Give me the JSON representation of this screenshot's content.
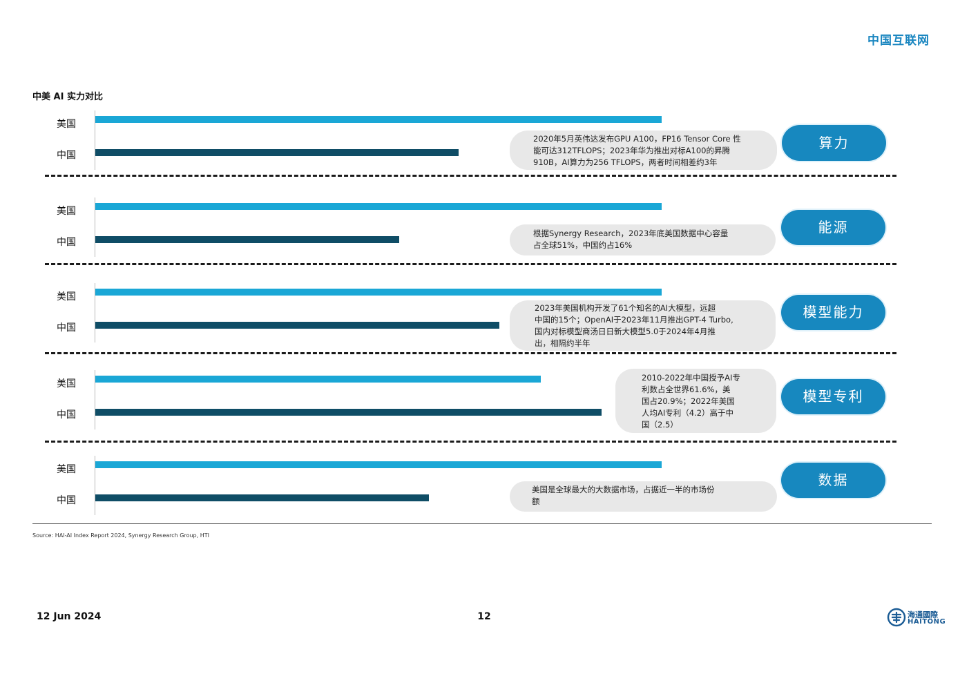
{
  "header": {
    "title": "中国互联网"
  },
  "chart_data": {
    "type": "bar",
    "orientation": "horizontal",
    "title": "中美 AI 实力对比",
    "categories": [
      "美国",
      "中国"
    ],
    "note": "Relative lengths estimated visually; US bar = 1.0 in most panels (no axis or values printed)",
    "panels": [
      {
        "tag": "算力",
        "values": [
          1.0,
          0.642
        ],
        "annotation": [
          "2020年5月英伟达发布GPU A100，FP16 Tensor Core 性",
          "能可达312TFLOPS；2023年华为推出对标A100的昇腾",
          "910B，AI算力为256 TFLOPS，两者时间相差约3年"
        ]
      },
      {
        "tag": "能源",
        "values": [
          1.0,
          0.537
        ],
        "annotation": [
          "根据Synergy Research，2023年底美国数据中心容量",
          "占全球51%，中国约占16%"
        ]
      },
      {
        "tag": "模型能力",
        "values": [
          1.0,
          0.713
        ],
        "annotation": [
          "2023年美国机构开发了61个知名的AI大模型，远超",
          "中国的15个；OpenAI于2023年11月推出GPT-4 Turbo,",
          "国内对标模型商汤日日新大模型5.0于2024年4月推",
          "出，相隔约半年"
        ]
      },
      {
        "tag": "模型专利",
        "values": [
          0.787,
          0.894
        ],
        "annotation": [
          "2010-2022年中国授予AI专",
          "利数占全世界61.6%，美",
          "国占20.9%；2022年美国",
          "人均AI专利（4.2）高于中",
          "国（2.5）"
        ]
      },
      {
        "tag": "数据",
        "values": [
          1.0,
          0.589
        ],
        "annotation": [
          "美国是全球最大的大数据市场，占据近一半的市场份",
          "额"
        ]
      }
    ]
  },
  "source": "Source: HAI-AI Index Report 2024, Synergy Research Group, HTI",
  "footer": {
    "date": "12 Jun 2024",
    "page": "12",
    "logo_cn": "海通國際",
    "logo_en": "HAITONG"
  },
  "colors": {
    "us_bar": "#1aa7d6",
    "cn_bar": "#0f4d66",
    "tag_bg": "#1788bf",
    "accent": "#1a86c0"
  }
}
